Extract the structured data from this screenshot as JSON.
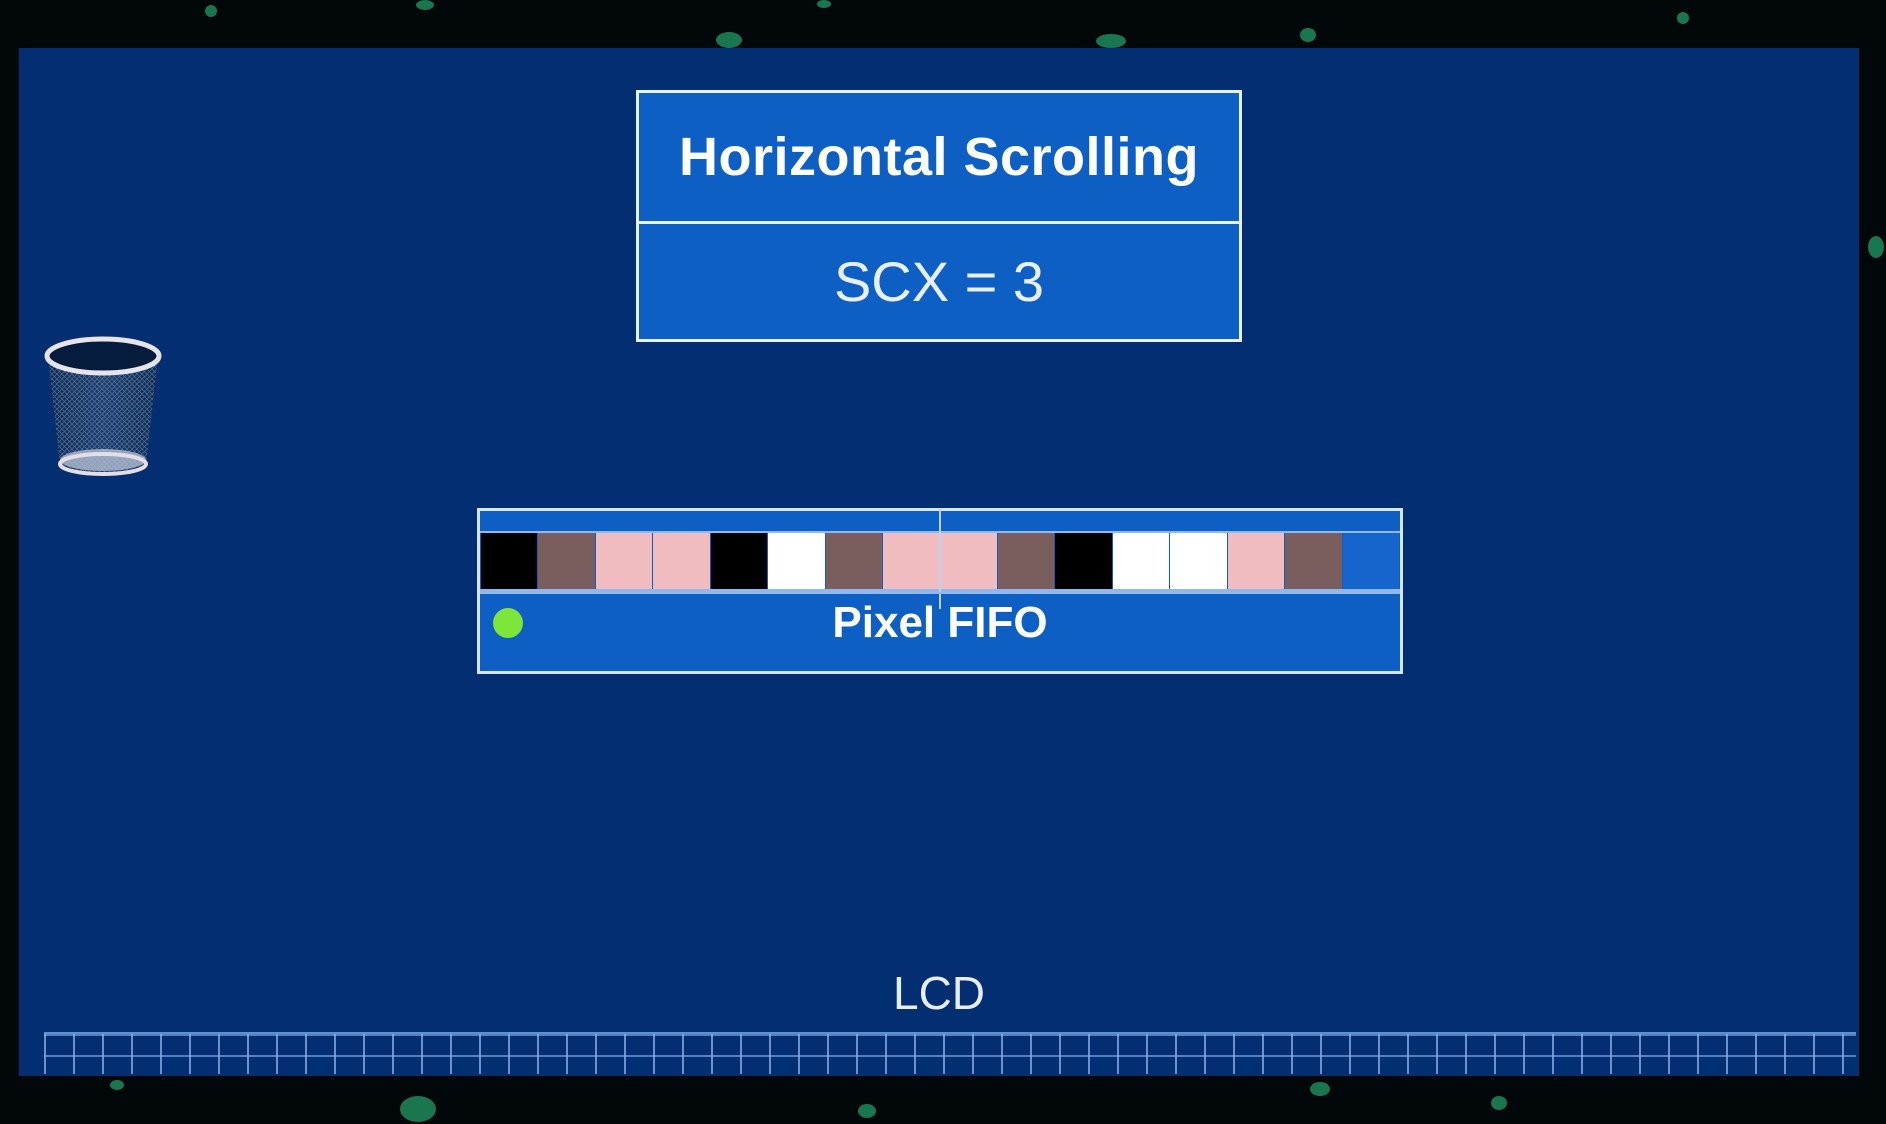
{
  "title_card": {
    "heading": "Horizontal Scrolling",
    "value": "SCX = 3"
  },
  "pixel_fifo": {
    "label": "Pixel FIFO",
    "cells": [
      "black",
      "dark",
      "light",
      "light",
      "black",
      "white",
      "dark",
      "light",
      "light",
      "dark",
      "black",
      "white",
      "white",
      "light",
      "dark",
      "blue"
    ],
    "indicator_color": "#7ee53a"
  },
  "palette": {
    "black": "#000000",
    "dark": "#7a5e5d",
    "light": "#f0bcbf",
    "white": "#ffffff",
    "blue": "#1565cc"
  },
  "lcd": {
    "label": "LCD"
  },
  "colors": {
    "background": "#032f72",
    "box_fill": "#0d5fc4",
    "box_border": "#e9f2ff"
  }
}
